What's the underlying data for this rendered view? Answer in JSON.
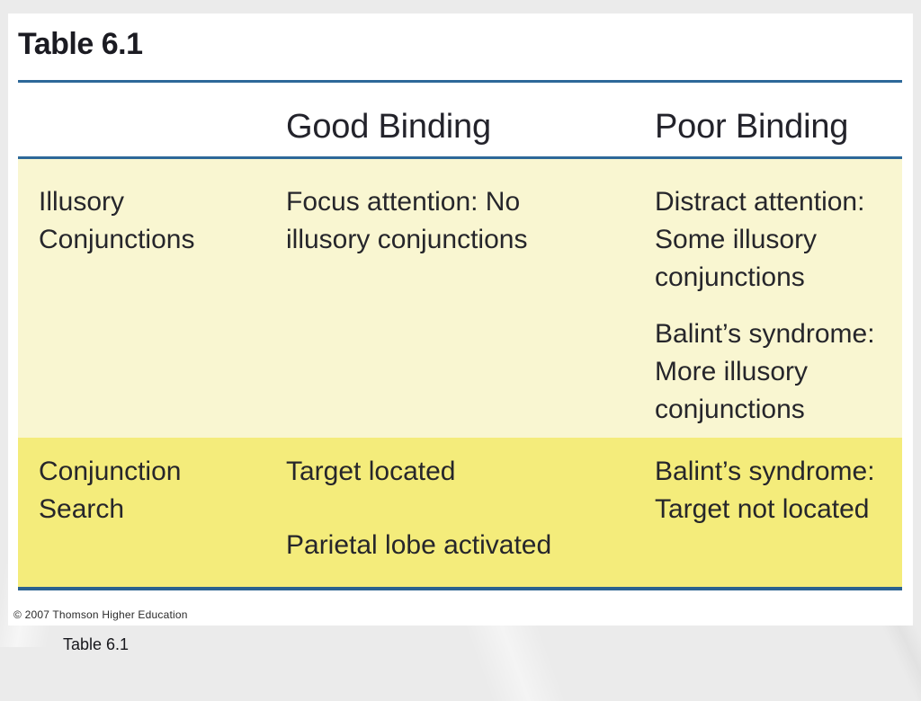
{
  "page": {
    "caption": "Table 6.1"
  },
  "slide": {
    "title": "Table 6.1",
    "copyright": "© 2007 Thomson Higher Education",
    "table": {
      "header": {
        "col1": "",
        "col2": "Good Binding",
        "col3": "Poor Binding"
      },
      "rows": [
        {
          "label": "Illusory\nConjunctions",
          "good": [
            "Focus attention: No\nillusory conjunctions"
          ],
          "poor": [
            "Distract attention:\nSome illusory\nconjunctions",
            "Balint’s syndrome:\nMore illusory\nconjunctions"
          ]
        },
        {
          "label": "Conjunction\nSearch",
          "good": [
            "Target located",
            "Parietal lobe activated"
          ],
          "poor": [
            "Balint’s syndrome:\nTarget not located"
          ]
        }
      ]
    }
  },
  "colors": {
    "page_background": "#ebebeb",
    "slide_background": "#ffffff",
    "rule_blue": "#2d6899",
    "row_light_yellow": "#f9f6d1",
    "row_bright_yellow": "#f4ec7b",
    "text": "#26262b"
  }
}
